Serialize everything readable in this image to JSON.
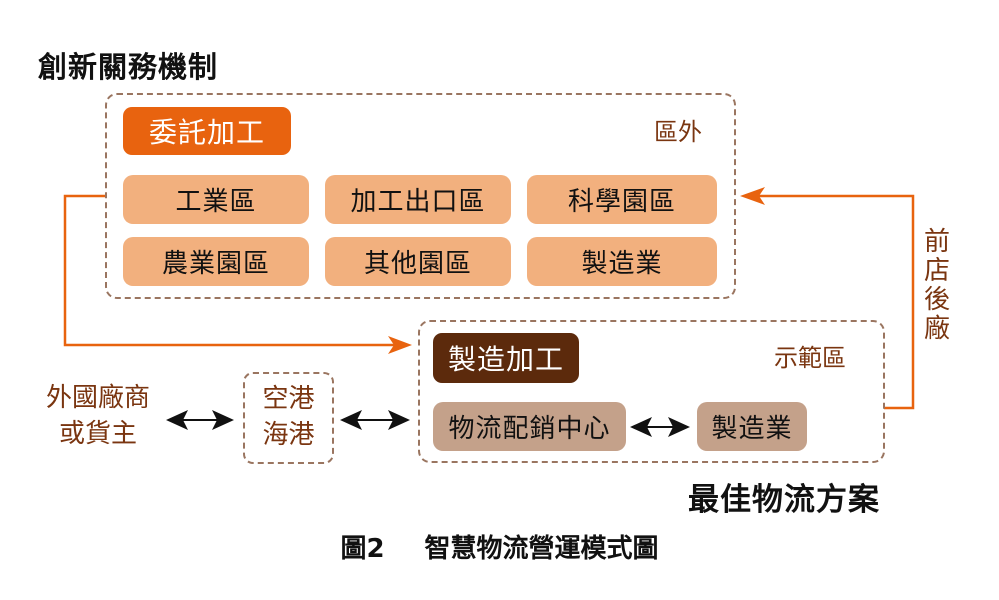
{
  "title": "創新關務機制",
  "outside_zone": {
    "label": "區外",
    "badge": "委託加工",
    "cells": [
      "工業區",
      "加工出口區",
      "科學園區",
      "農業園區",
      "其他園區",
      "製造業"
    ]
  },
  "demo_zone": {
    "label": "示範區",
    "badge": "製造加工",
    "logistics_center": "物流配銷中心",
    "manufacturing": "製造業"
  },
  "front_store_back_factory": [
    "前",
    "店",
    "後",
    "廠"
  ],
  "foreign_party": [
    "外國廠商",
    "或貨主"
  ],
  "ports": [
    "空港",
    "海港"
  ],
  "best_solution": "最佳物流方案",
  "caption": {
    "figure_no": "圖2",
    "text": "智慧物流營運模式圖"
  },
  "colors": {
    "orange_accent": "#e8630f",
    "orange_cell": "#f2b07e",
    "dark_brown": "#5c2a0c",
    "tan": "#c4a18a",
    "dash_border": "#9a7560",
    "label_brown": "#7a3510"
  }
}
